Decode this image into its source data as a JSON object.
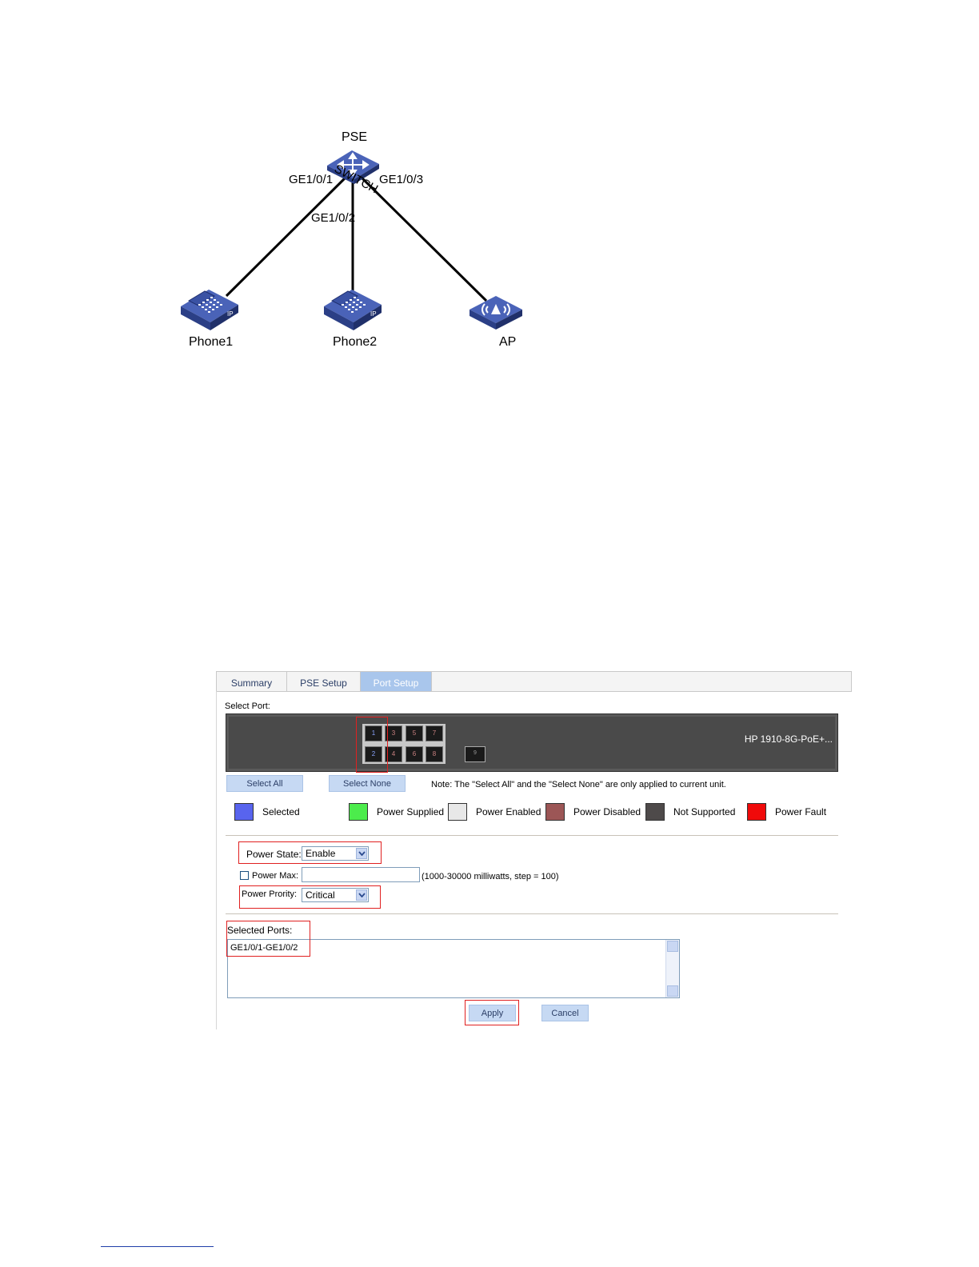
{
  "diagram": {
    "nodes": {
      "pse": "PSE",
      "phone1": "Phone1",
      "phone2": "Phone2",
      "ap": "AP"
    },
    "links": [
      "GE1/0/1",
      "GE1/0/2",
      "GE1/0/3"
    ],
    "icon_tags": {
      "switch": "SWITCH",
      "ip": "IP"
    },
    "colors": {
      "device_blue": "#3f56a8",
      "device_dark": "#27397a",
      "link": "#000000"
    }
  },
  "ui": {
    "tabs": [
      {
        "label": "Summary",
        "active": false
      },
      {
        "label": "PSE Setup",
        "active": false
      },
      {
        "label": "Port Setup",
        "active": true
      }
    ],
    "select_port_label": "Select Port:",
    "device_name": "HP 1910-8G-PoE+...",
    "ports": [
      "1",
      "2",
      "3",
      "4",
      "5",
      "6",
      "7",
      "8"
    ],
    "selected_ports": [
      "1",
      "2"
    ],
    "sfp_port": "9",
    "select_all_label": "Select All",
    "select_none_label": "Select None",
    "note": "Note: The \"Select All\" and the \"Select None\" are only applied to current unit.",
    "legend": [
      {
        "label": "Selected",
        "color": "#5864ee"
      },
      {
        "label": "Power Supplied",
        "color": "#4cec4c"
      },
      {
        "label": "Power Enabled",
        "color": "#e8e8e8"
      },
      {
        "label": "Power Disabled",
        "color": "#9c5656"
      },
      {
        "label": "Not Supported",
        "color": "#4e4a4a"
      },
      {
        "label": "Power Fault",
        "color": "#f00a0a"
      }
    ],
    "power_state_label": "Power State:",
    "power_state_value": "Enable",
    "power_max_label": "Power Max:",
    "power_max_value": "",
    "power_max_hint": "(1000-30000 milliwatts, step = 100)",
    "power_priority_label": "Power Prority:",
    "power_priority_value": "Critical",
    "selected_ports_label": "Selected Ports:",
    "selected_ports_value": "GE1/0/1-GE1/0/2",
    "apply_label": "Apply",
    "cancel_label": "Cancel"
  }
}
